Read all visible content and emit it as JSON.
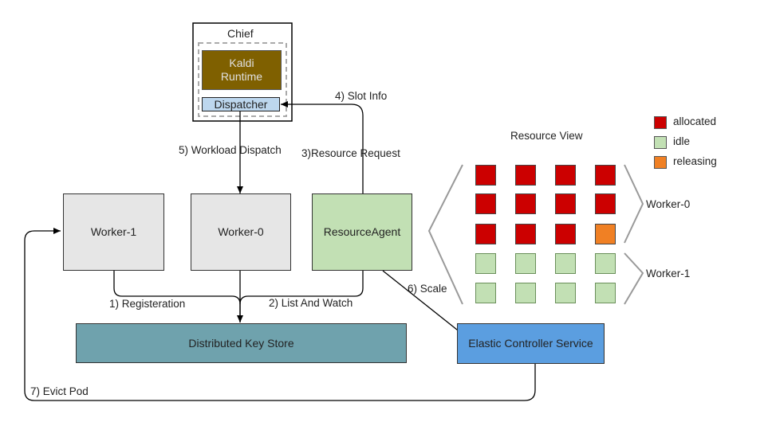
{
  "chief": {
    "title": "Chief",
    "runtime_label": "Kaldi\nRuntime",
    "dispatcher_label": "Dispatcher"
  },
  "nodes": {
    "worker1": "Worker-1",
    "worker0": "Worker-0",
    "resource_agent": "ResourceAgent",
    "key_store": "Distributed Key Store",
    "elastic_controller": "Elastic Controller Service"
  },
  "edges": {
    "slot_info": "4) Slot Info",
    "workload_dispatch": "5) Workload Dispatch",
    "resource_request": "3)Resource Request",
    "registeration": "1) Registeration",
    "list_and_watch": "2) List And Watch",
    "scale": "6) Scale",
    "evict_pod": "7) Evict Pod"
  },
  "resource_view": {
    "title": "Resource View",
    "legend": [
      {
        "label": "allocated",
        "color": "#cc0000"
      },
      {
        "label": "idle",
        "color": "#c2e0b4"
      },
      {
        "label": "releasing",
        "color": "#f08024"
      }
    ],
    "grid": [
      [
        "allocated",
        "allocated",
        "allocated",
        "allocated"
      ],
      [
        "allocated",
        "allocated",
        "allocated",
        "allocated"
      ],
      [
        "allocated",
        "allocated",
        "allocated",
        "releasing"
      ],
      [
        "idle",
        "idle",
        "idle",
        "idle"
      ],
      [
        "idle",
        "idle",
        "idle",
        "idle"
      ]
    ],
    "groups": [
      "Worker-0",
      "Worker-1"
    ]
  },
  "colors": {
    "worker": "#e6e6e6",
    "resource_agent": "#c2e0b4",
    "key_store": "#6fa2ad",
    "elastic_controller": "#5b9ee0",
    "runtime": "#7f6000",
    "dispatcher": "#bdd7ee"
  }
}
